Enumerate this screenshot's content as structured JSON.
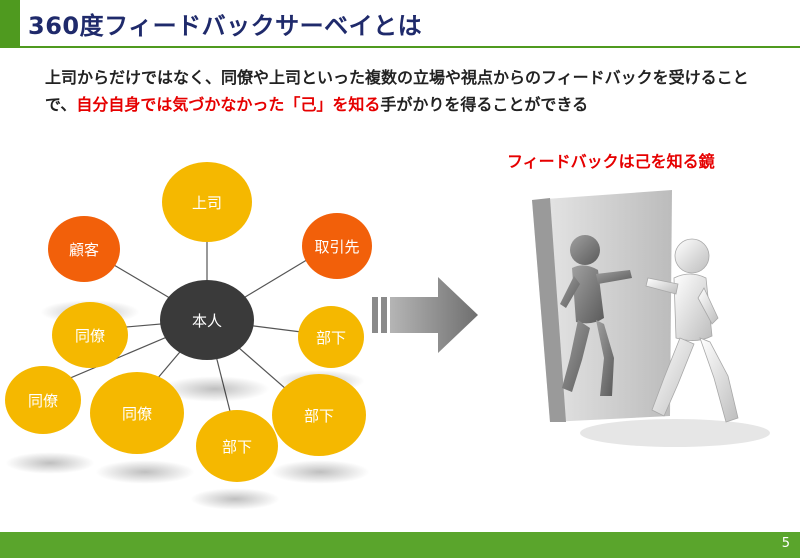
{
  "header": {
    "title": "360度フィードバックサーベイとは"
  },
  "description": {
    "part1": "上司からだけではなく、同僚や上司といった複数の立場や視点からのフィードバックを受けることで、",
    "highlight": "自分自身では気づかなかった「己」を知る",
    "part2": "手がかりを得ることができる"
  },
  "mirror": {
    "caption": "フィードバックは己を知る鏡"
  },
  "diagram": {
    "center": "本人",
    "nodes": {
      "boss": "上司",
      "partner": "取引先",
      "customer": "顧客",
      "colleague1": "同僚",
      "colleague2": "同僚",
      "colleague3": "同僚",
      "sub1": "部下",
      "sub2": "部下",
      "sub3": "部下"
    },
    "colors": {
      "yellow": "#f5b800",
      "orange": "#f2600a",
      "center": "#3a3a3a"
    }
  },
  "footer": {
    "page": "5",
    "color": "#5aa52c"
  },
  "icons": [
    "right-arrow-icon",
    "mirror-figures-icon"
  ]
}
